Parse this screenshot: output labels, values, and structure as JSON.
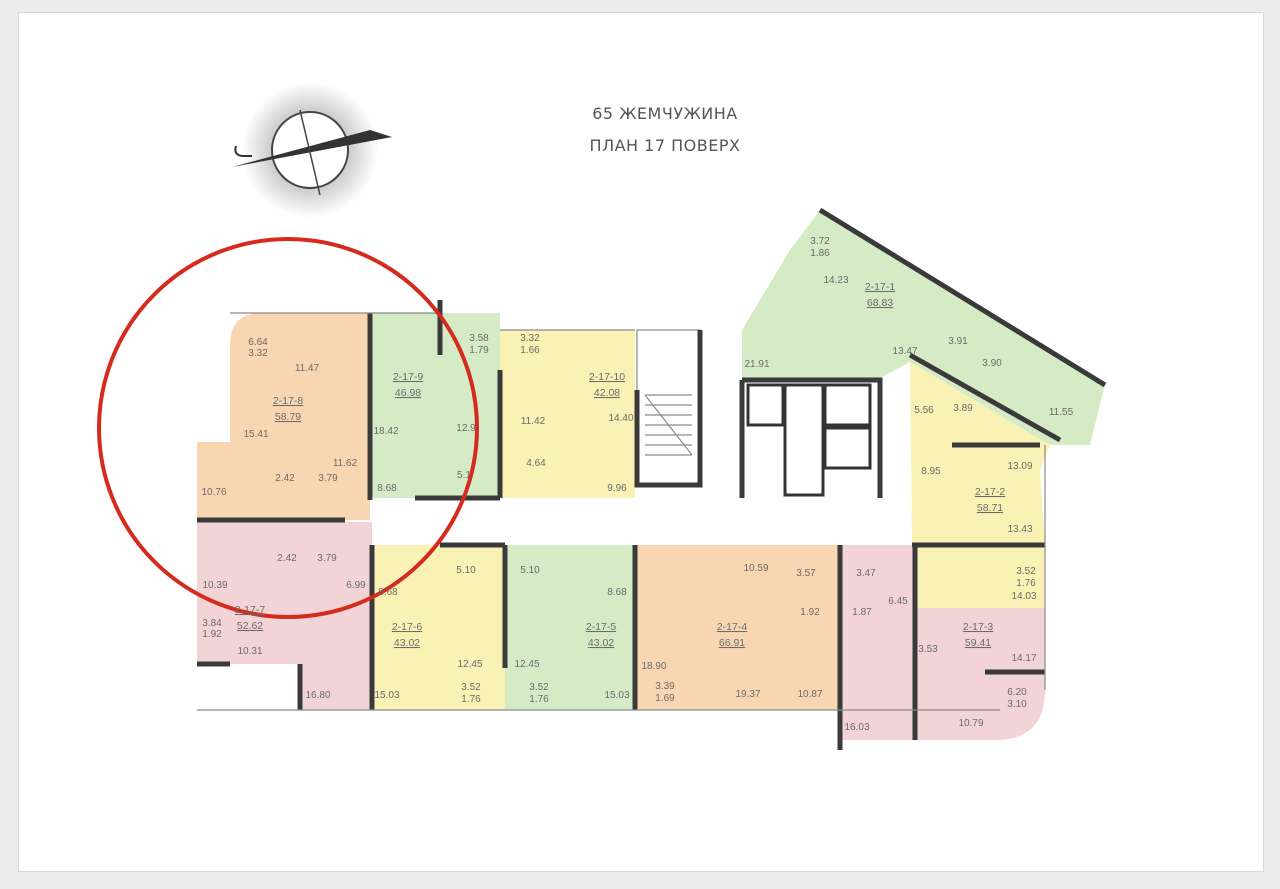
{
  "header": {
    "line1": "65 ЖЕМЧУЖИНА",
    "line2": "ПЛАН 17 ПОВЕРХ"
  },
  "colors": {
    "orange": "#f8d6b1",
    "green": "#d5ebc6",
    "yellow": "#faf2b4",
    "pink": "#f2d3d6",
    "highlight": "#d52b1e"
  },
  "apartments": [
    {
      "id": "2-17-8",
      "area": "58.79",
      "color": "orange",
      "rooms": [
        "6.64",
        "3.32",
        "11.47",
        "15.41",
        "11.62",
        "10.76",
        "2.42",
        "3.79"
      ]
    },
    {
      "id": "2-17-9",
      "area": "46.98",
      "color": "green",
      "rooms": [
        "3.58",
        "1.79",
        "18.42",
        "12.9",
        "5.1",
        "8.68"
      ]
    },
    {
      "id": "2-17-10",
      "area": "42.08",
      "color": "yellow",
      "rooms": [
        "3.32",
        "1.66",
        "11.42",
        "4.64",
        "14.40",
        "9.96"
      ]
    },
    {
      "id": "2-17-7",
      "area": "52.62",
      "color": "pink",
      "rooms": [
        "2.42",
        "3.79",
        "10.39",
        "6.99",
        "3.84",
        "1.92",
        "10.31",
        "16.80"
      ]
    },
    {
      "id": "2-17-6",
      "area": "43.02",
      "color": "yellow",
      "rooms": [
        "5.10",
        "8.68",
        "12.45",
        "3.52",
        "1.76",
        "15.03"
      ]
    },
    {
      "id": "2-17-5",
      "area": "43.02",
      "color": "green",
      "rooms": [
        "5.10",
        "8.68",
        "12.45",
        "3.52",
        "1.76",
        "15.03"
      ]
    },
    {
      "id": "2-17-4",
      "area": "66.91",
      "color": "orange",
      "rooms": [
        "10.59",
        "3.57",
        "1.92",
        "18.90",
        "3.39",
        "1.69",
        "19.37",
        "10.87"
      ]
    },
    {
      "id": "2-17-3",
      "area": "59.41",
      "color": "pink",
      "rooms": [
        "3.47",
        "1.87",
        "6.45",
        "3.53",
        "14.17",
        "6.20",
        "3.10",
        "10.79",
        "16.03"
      ]
    },
    {
      "id": "2-17-2",
      "area": "58.71",
      "color": "yellow",
      "rooms": [
        "3.52",
        "1.76",
        "14.03",
        "13.09",
        "13.43",
        "8.95",
        "5.56",
        "3.89"
      ]
    },
    {
      "id": "2-17-1",
      "area": "68.83",
      "color": "green",
      "rooms": [
        "3.72",
        "1.86",
        "14.23",
        "13.47",
        "21.91",
        "3.91",
        "3.90",
        "11.55"
      ]
    }
  ]
}
